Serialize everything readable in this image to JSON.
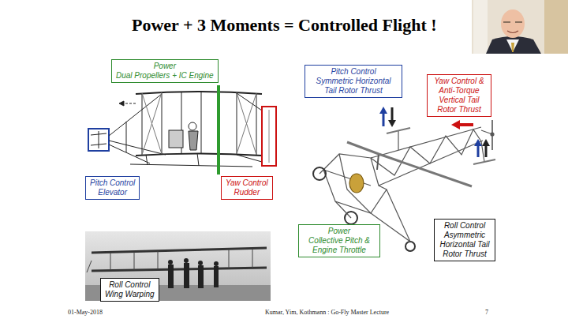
{
  "diagram": {
    "title": "Power + 3 Moments = Controlled Flight !",
    "nodes": [
      {
        "text": [
          "Power",
          "Dual Propellers + IC Engine"
        ]
      },
      {
        "text": [
          "Pitch Control",
          "Symmetric Horizontal Tail Rotor Thrust"
        ]
      },
      {
        "text": [
          "Yaw Control & Anti-Torque",
          "Vertical Tail Rotor Thrust"
        ]
      },
      {
        "text": [
          "Pitch Control",
          "Elevator"
        ]
      },
      {
        "text": [
          "Yaw Control",
          "Rudder"
        ]
      },
      {
        "text": [
          "Roll Control",
          "Asymmetric Horizontal Tail Rotor Thrust"
        ]
      },
      {
        "text": [
          "Power",
          "Collective Pitch & Engine Throttle"
        ]
      },
      {
        "text": [
          "Roll Control",
          "Wing Warping"
        ]
      }
    ],
    "labels": [
      "01-May-2018",
      "Kumar, Yim, Kothmann : Go-Fly Master Lecture",
      "7"
    ]
  }
}
